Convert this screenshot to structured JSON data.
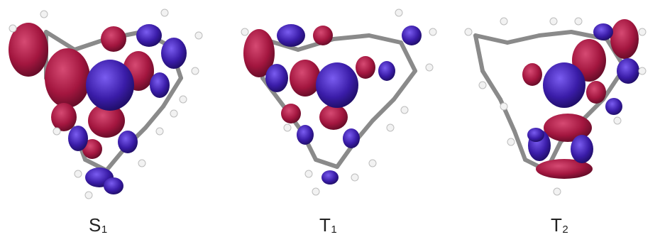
{
  "figure": {
    "panels": [
      {
        "id": "S1",
        "label_main": "S",
        "label_sub": "1"
      },
      {
        "id": "T1",
        "label_main": "T",
        "label_sub": "1"
      },
      {
        "id": "T2",
        "label_main": "T",
        "label_sub": "2"
      }
    ]
  },
  "colors": {
    "lobe_red": "#a3163f",
    "lobe_blue": "#3a1ca8",
    "bond_gray": "#8a8a8a",
    "atom_white": "#f2f2f2"
  }
}
